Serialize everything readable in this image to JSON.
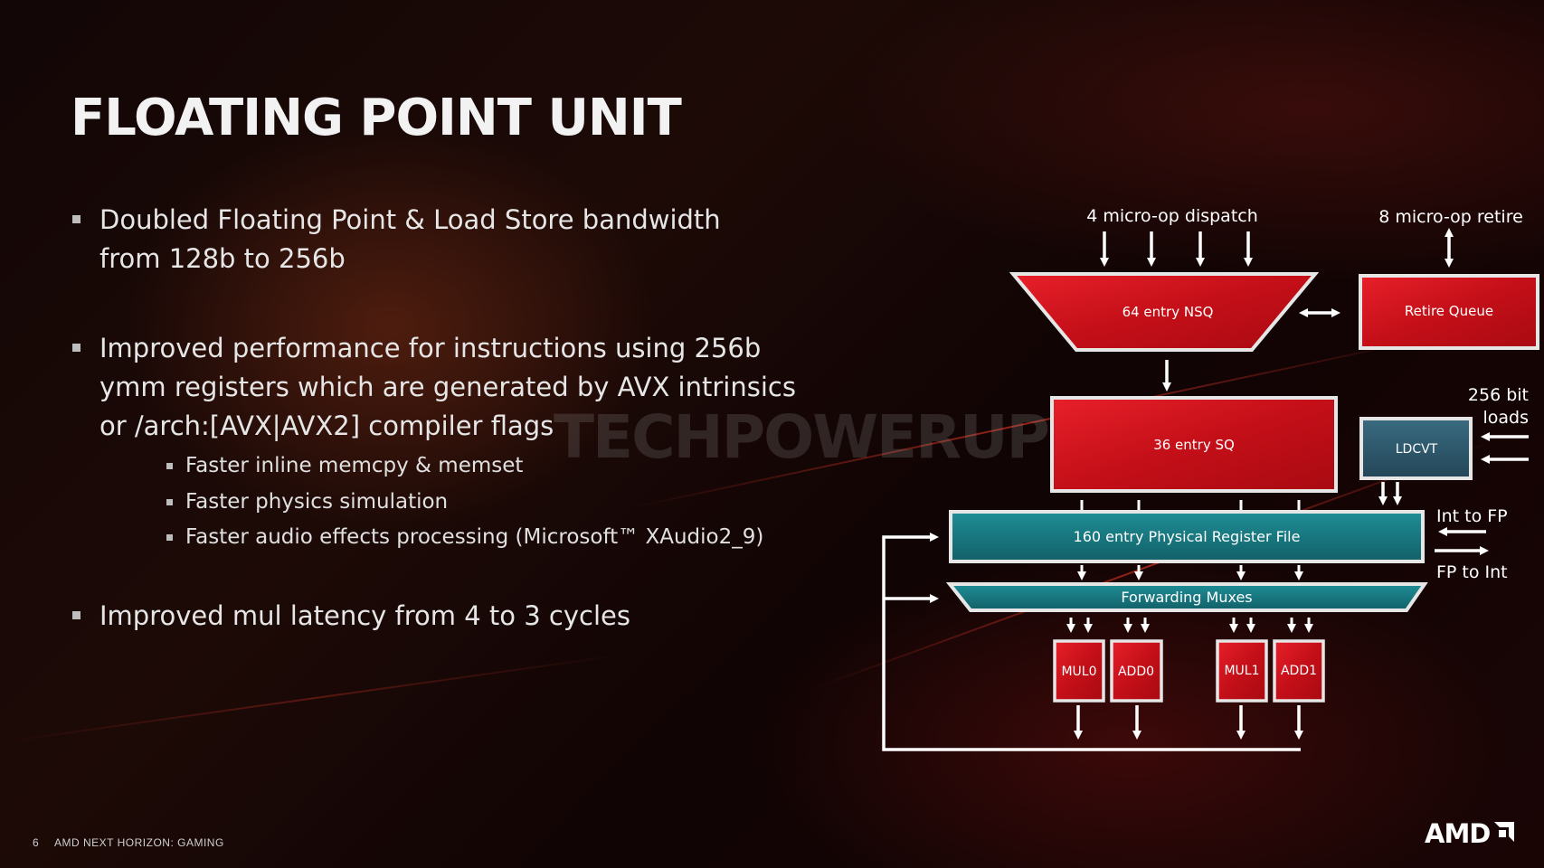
{
  "slide": {
    "title": "FLOATING POINT UNIT",
    "page_number": "6",
    "footer": "AMD NEXT HORIZON: GAMING",
    "logo_text": "AMD",
    "watermark": "TECHPOWERUP"
  },
  "bullets": [
    {
      "line1": "Doubled Floating Point & Load Store bandwidth",
      "line2": "from 128b to 256b"
    },
    {
      "line1": "Improved performance for instructions using 256b",
      "line2": "ymm registers which are generated by AVX intrinsics",
      "line3": "or /arch:[AVX|AVX2] compiler flags"
    },
    {
      "text": "Improved mul latency from 4 to 3 cycles"
    }
  ],
  "sub_bullets": [
    "Faster inline memcpy & memset",
    "Faster physics simulation",
    "Faster audio effects processing (Microsoft™ XAudio2_9)"
  ],
  "diagram": {
    "dispatch_label": "4 micro-op dispatch",
    "retire_label": "8 micro-op retire",
    "nsq": "64 entry NSQ",
    "retire_queue": "Retire Queue",
    "sq": "36 entry SQ",
    "ldcvt": "LDCVT",
    "loads_label_1": "256 bit",
    "loads_label_2": "loads",
    "prf": "160 entry Physical Register File",
    "int_to_fp": "Int to FP",
    "fp_to_int": "FP to Int",
    "muxes": "Forwarding Muxes",
    "units": [
      "MUL0",
      "ADD0",
      "MUL1",
      "ADD1"
    ]
  },
  "colors": {
    "red_block": "#d4121c",
    "teal_block": "#1a7f86",
    "ldcvt_block": "#2e5a6e",
    "block_border": "#e0e0e0"
  }
}
